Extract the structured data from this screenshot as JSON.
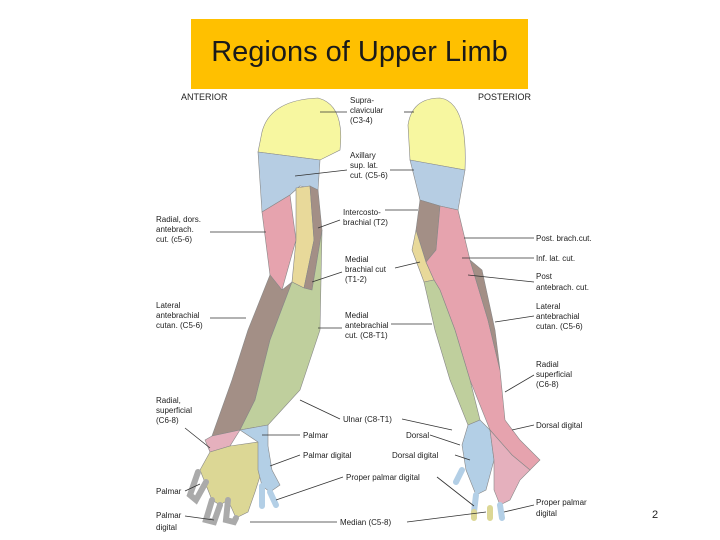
{
  "title": "Regions of Upper Limb",
  "page_number": "2",
  "headers": {
    "anterior": "ANTERIOR",
    "posterior": "POSTERIOR"
  },
  "labels": {
    "supraclavicular": [
      "Supra-",
      "clavicular",
      "(C3-4)"
    ],
    "axillary": [
      "Axillary",
      "sup. lat.",
      "cut. (C5-6)"
    ],
    "intercostobrachial": [
      "Intercosto-",
      "brachial (T2)"
    ],
    "medial_brachial": [
      "Medial",
      "brachial cut",
      "(T1-2)"
    ],
    "medial_antebrachial": [
      "Medial",
      "antebrachial",
      "cut. (C8-T1)"
    ],
    "ulnar": "Ulnar (C8-T1)",
    "palmar_mid": "Palmar",
    "dorsal_mid": "Dorsal",
    "palmar_digital_mid": "Palmar digital",
    "dorsal_digital_mid": "Dorsal digital",
    "proper_palmar_digital_mid": "Proper palmar digital",
    "median": "Median (C5-8)",
    "radial_dors": [
      "Radial, dors.",
      "antebrach.",
      "cut. (c5-6)"
    ],
    "lateral_antebrachial_left": [
      "Lateral",
      "antebrachial",
      "cutan. (C5-6)"
    ],
    "radial_superficial_left": [
      "Radial,",
      "superficial",
      "(C6-8)"
    ],
    "palmar_left": "Palmar",
    "palmar_digital_left": [
      "Palmar",
      "digital"
    ],
    "post_brach": "Post. brach.cut.",
    "inf_lat": "Inf. lat. cut.",
    "post_antebrach": [
      "Post",
      "antebrach. cut."
    ],
    "lateral_antebrachial_right": [
      "Lateral",
      "antebrachial",
      "cutan. (C5-6)"
    ],
    "radial_superficial_right": [
      "Radial",
      "superficial",
      "(C6-8)"
    ],
    "dorsal_digital_right": "Dorsal digital",
    "proper_palmar_digital_right": [
      "Proper palmar",
      "digital"
    ]
  },
  "colors": {
    "title_bg": "#ffc000",
    "supraclavicular": "#f7f7a0",
    "axillary": "#b6cde3",
    "intercostobrachial": "#e6a3ae",
    "medial_brachial": "#e8d99a",
    "medial_antebrachial": "#bfcf9d",
    "lateral_antebrachial": "#a38f86",
    "radial": "#e5b0bd",
    "median": "#dcd795",
    "ulnar": "#b3cfe6"
  }
}
